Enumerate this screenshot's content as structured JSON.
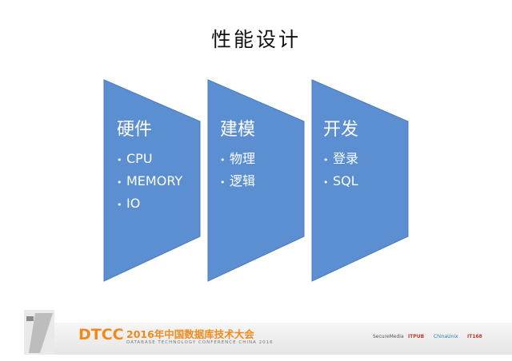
{
  "slide": {
    "title": "性能设计"
  },
  "stages": [
    {
      "heading": "硬件",
      "bullets": [
        "CPU",
        "MEMORY",
        "IO"
      ]
    },
    {
      "heading": "建模",
      "bullets": [
        "物理",
        "逻辑"
      ]
    },
    {
      "heading": "开发",
      "bullets": [
        "登录",
        "SQL"
      ]
    }
  ],
  "bullet_glyph": "•",
  "colors": {
    "shape_fill": "#5b8fd1",
    "shape_edge": "#4a7cbd",
    "brand_orange": "#f08a1d"
  },
  "footer": {
    "logo_text": "DTCC",
    "conference_name": "2016年中国数据库技术大会",
    "conference_subtitle": "DATABASE TECHNOLOGY CONFERENCE CHINA 2016",
    "sponsors": [
      "SecureMedia",
      "ITPUB",
      "ChinaUnix",
      "IT168"
    ]
  }
}
